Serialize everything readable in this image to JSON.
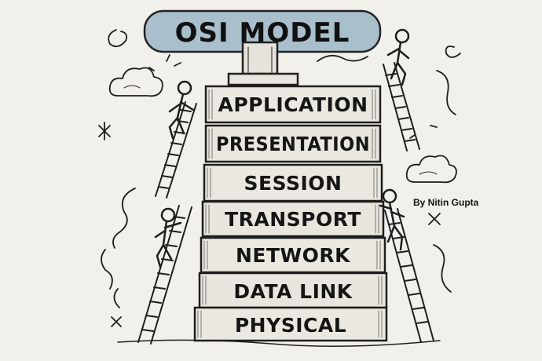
{
  "title": "OSI MODEL",
  "byline": "By Nitin Gupta",
  "layers": [
    {
      "label": "APPLICATION"
    },
    {
      "label": "PRESENTATION"
    },
    {
      "label": "SESSION"
    },
    {
      "label": "TRANSPORT"
    },
    {
      "label": "NETWORK"
    },
    {
      "label": "DATA LINK"
    },
    {
      "label": "PHYSICAL"
    }
  ],
  "colors": {
    "background": "#f2f0eb",
    "title_pill": "#a9bfcc",
    "ink": "#1e1e1e"
  }
}
